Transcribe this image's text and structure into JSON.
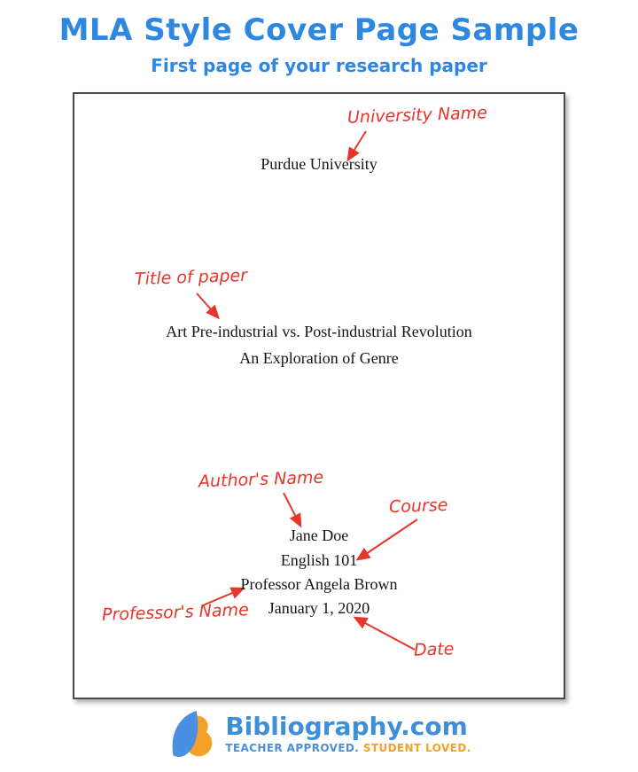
{
  "header": {
    "title": "MLA Style Cover Page Sample",
    "subtitle": "First page of your research paper"
  },
  "page": {
    "university": "Purdue University",
    "paper_title_line1": "Art Pre-industrial vs. Post-industrial Revolution",
    "paper_title_line2": "An Exploration of Genre",
    "author": "Jane Doe",
    "course": "English 101",
    "professor": "Professor Angela Brown",
    "date": "January 1, 2020"
  },
  "annotations": {
    "university_label": "University Name",
    "title_label": "Title of paper",
    "author_label": "Author's Name",
    "course_label": "Course",
    "professor_label": "Professor's Name",
    "date_label": "Date"
  },
  "footer": {
    "brand": "Bibliography.com",
    "tagline_teacher": "TEACHER APPROVED.",
    "tagline_student": "STUDENT LOVED."
  },
  "colors": {
    "heading_blue": "#2e87e0",
    "annotation_red": "#e8352a",
    "brand_blue": "#3e8fd9",
    "brand_orange": "#f5a026",
    "page_border_gray": "#4a4a4a"
  }
}
